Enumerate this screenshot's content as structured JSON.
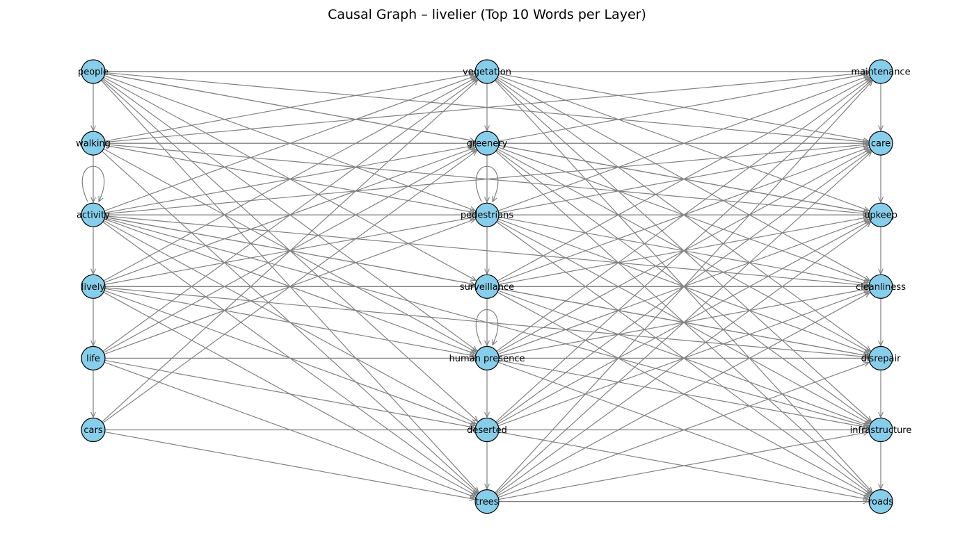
{
  "title": "Causal Graph – livelier (Top 10 Words per Layer)",
  "colors": {
    "node_fill": "#87ceeb",
    "node_stroke": "#000000",
    "edge": "#808080"
  },
  "layers": [
    {
      "id": "layer-1",
      "nodes": [
        {
          "id": "people",
          "label": "people"
        },
        {
          "id": "walking",
          "label": "walking"
        },
        {
          "id": "activity",
          "label": "activity"
        },
        {
          "id": "lively",
          "label": "lively"
        },
        {
          "id": "life",
          "label": "life"
        },
        {
          "id": "cars",
          "label": "cars"
        }
      ]
    },
    {
      "id": "layer-2",
      "nodes": [
        {
          "id": "vegetation",
          "label": "vegetation"
        },
        {
          "id": "greenery",
          "label": "greenery"
        },
        {
          "id": "pedestrians",
          "label": "pedestrians"
        },
        {
          "id": "surveillance",
          "label": "surveillance"
        },
        {
          "id": "human presence",
          "label": "human presence"
        },
        {
          "id": "deserted",
          "label": "deserted"
        },
        {
          "id": "trees",
          "label": "trees"
        }
      ]
    },
    {
      "id": "layer-3",
      "nodes": [
        {
          "id": "maintenance",
          "label": "maintenance"
        },
        {
          "id": "care",
          "label": "care"
        },
        {
          "id": "upkeep",
          "label": "upkeep"
        },
        {
          "id": "cleanliness",
          "label": "cleanliness"
        },
        {
          "id": "disrepair",
          "label": "disrepair"
        },
        {
          "id": "infrastructure",
          "label": "infrastructure"
        },
        {
          "id": "roads",
          "label": "roads"
        }
      ]
    }
  ],
  "edges": [
    [
      "people",
      "walking"
    ],
    [
      "walking",
      "activity"
    ],
    [
      "activity",
      "lively"
    ],
    [
      "lively",
      "life"
    ],
    [
      "life",
      "cars"
    ],
    [
      "activity",
      "activity"
    ],
    [
      "vegetation",
      "greenery"
    ],
    [
      "greenery",
      "pedestrians"
    ],
    [
      "pedestrians",
      "surveillance"
    ],
    [
      "surveillance",
      "human presence"
    ],
    [
      "human presence",
      "deserted"
    ],
    [
      "deserted",
      "trees"
    ],
    [
      "pedestrians",
      "pedestrians"
    ],
    [
      "human presence",
      "human presence"
    ],
    [
      "maintenance",
      "care"
    ],
    [
      "care",
      "upkeep"
    ],
    [
      "upkeep",
      "cleanliness"
    ],
    [
      "cleanliness",
      "disrepair"
    ],
    [
      "disrepair",
      "infrastructure"
    ],
    [
      "infrastructure",
      "roads"
    ],
    [
      "people",
      "vegetation"
    ],
    [
      "people",
      "greenery"
    ],
    [
      "people",
      "pedestrians"
    ],
    [
      "people",
      "surveillance"
    ],
    [
      "people",
      "human presence"
    ],
    [
      "people",
      "deserted"
    ],
    [
      "people",
      "trees"
    ],
    [
      "walking",
      "vegetation"
    ],
    [
      "walking",
      "greenery"
    ],
    [
      "walking",
      "pedestrians"
    ],
    [
      "walking",
      "human presence"
    ],
    [
      "walking",
      "trees"
    ],
    [
      "activity",
      "vegetation"
    ],
    [
      "activity",
      "greenery"
    ],
    [
      "activity",
      "pedestrians"
    ],
    [
      "activity",
      "surveillance"
    ],
    [
      "activity",
      "human presence"
    ],
    [
      "activity",
      "deserted"
    ],
    [
      "activity",
      "trees"
    ],
    [
      "lively",
      "vegetation"
    ],
    [
      "lively",
      "greenery"
    ],
    [
      "lively",
      "pedestrians"
    ],
    [
      "lively",
      "surveillance"
    ],
    [
      "lively",
      "human presence"
    ],
    [
      "lively",
      "deserted"
    ],
    [
      "lively",
      "trees"
    ],
    [
      "life",
      "vegetation"
    ],
    [
      "life",
      "greenery"
    ],
    [
      "life",
      "pedestrians"
    ],
    [
      "life",
      "human presence"
    ],
    [
      "life",
      "deserted"
    ],
    [
      "life",
      "trees"
    ],
    [
      "cars",
      "vegetation"
    ],
    [
      "cars",
      "greenery"
    ],
    [
      "cars",
      "deserted"
    ],
    [
      "cars",
      "trees"
    ],
    [
      "people",
      "maintenance"
    ],
    [
      "people",
      "care"
    ],
    [
      "people",
      "upkeep"
    ],
    [
      "walking",
      "care"
    ],
    [
      "walking",
      "maintenance"
    ],
    [
      "walking",
      "upkeep"
    ],
    [
      "activity",
      "care"
    ],
    [
      "activity",
      "upkeep"
    ],
    [
      "activity",
      "cleanliness"
    ],
    [
      "activity",
      "disrepair"
    ],
    [
      "activity",
      "infrastructure"
    ],
    [
      "lively",
      "cleanliness"
    ],
    [
      "lively",
      "disrepair"
    ],
    [
      "vegetation",
      "maintenance"
    ],
    [
      "vegetation",
      "care"
    ],
    [
      "vegetation",
      "upkeep"
    ],
    [
      "vegetation",
      "cleanliness"
    ],
    [
      "vegetation",
      "disrepair"
    ],
    [
      "vegetation",
      "infrastructure"
    ],
    [
      "vegetation",
      "roads"
    ],
    [
      "greenery",
      "maintenance"
    ],
    [
      "greenery",
      "care"
    ],
    [
      "greenery",
      "upkeep"
    ],
    [
      "greenery",
      "cleanliness"
    ],
    [
      "greenery",
      "disrepair"
    ],
    [
      "greenery",
      "infrastructure"
    ],
    [
      "greenery",
      "roads"
    ],
    [
      "pedestrians",
      "maintenance"
    ],
    [
      "pedestrians",
      "care"
    ],
    [
      "pedestrians",
      "upkeep"
    ],
    [
      "pedestrians",
      "cleanliness"
    ],
    [
      "pedestrians",
      "disrepair"
    ],
    [
      "pedestrians",
      "infrastructure"
    ],
    [
      "pedestrians",
      "roads"
    ],
    [
      "surveillance",
      "maintenance"
    ],
    [
      "surveillance",
      "care"
    ],
    [
      "surveillance",
      "upkeep"
    ],
    [
      "surveillance",
      "cleanliness"
    ],
    [
      "surveillance",
      "disrepair"
    ],
    [
      "surveillance",
      "infrastructure"
    ],
    [
      "surveillance",
      "roads"
    ],
    [
      "human presence",
      "maintenance"
    ],
    [
      "human presence",
      "care"
    ],
    [
      "human presence",
      "upkeep"
    ],
    [
      "human presence",
      "cleanliness"
    ],
    [
      "human presence",
      "disrepair"
    ],
    [
      "human presence",
      "infrastructure"
    ],
    [
      "human presence",
      "roads"
    ],
    [
      "deserted",
      "maintenance"
    ],
    [
      "deserted",
      "care"
    ],
    [
      "deserted",
      "upkeep"
    ],
    [
      "deserted",
      "cleanliness"
    ],
    [
      "deserted",
      "infrastructure"
    ],
    [
      "deserted",
      "roads"
    ],
    [
      "trees",
      "maintenance"
    ],
    [
      "trees",
      "care"
    ],
    [
      "trees",
      "upkeep"
    ],
    [
      "trees",
      "cleanliness"
    ],
    [
      "trees",
      "disrepair"
    ],
    [
      "trees",
      "infrastructure"
    ],
    [
      "trees",
      "roads"
    ]
  ]
}
